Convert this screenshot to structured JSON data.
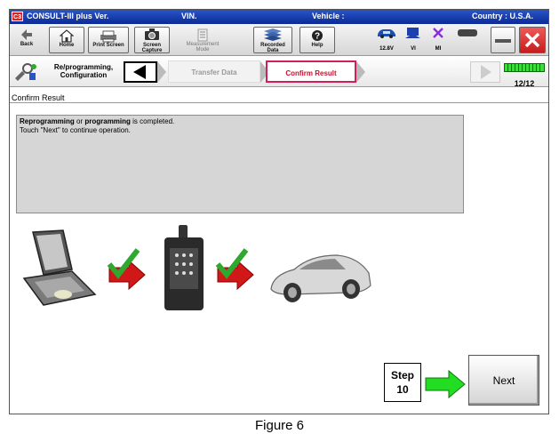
{
  "titlebar": {
    "app_name": "CONSULT-III plus  Ver.",
    "vin_label": "VIN.",
    "vehicle_label": "Vehicle :",
    "country": "Country : U.S.A."
  },
  "toolbar": {
    "back": "Back",
    "home": "Home",
    "print_screen": "Print Screen",
    "screen_capture": "Screen Capture",
    "measurement_mode": "Measurement Mode",
    "recorded_data": "Recorded Data",
    "help": "Help",
    "battery_voltage": "12.8V",
    "vi_label": "VI",
    "mi_label": "MI"
  },
  "nav": {
    "mode_label": "Re/programming, Configuration",
    "step_transfer": "Transfer Data",
    "step_confirm": "Confirm Result",
    "page_counter": "12/12"
  },
  "content": {
    "section_title": "Confirm Result",
    "message_bold1": "Reprogramming",
    "message_or": " or ",
    "message_bold2": "programming",
    "message_rest1": " is completed.",
    "message_line2": "Touch \"Next\" to continue operation.",
    "next_button": "Next",
    "step_label": "Step",
    "step_number": "10"
  },
  "caption": "Figure 6",
  "colors": {
    "titlebar": "#1a3fb0",
    "active_tab_border": "#d0205a",
    "active_tab_text": "#c8102e",
    "check_green": "#2fa82f",
    "arrow_red": "#d01818",
    "step_arrow": "#22dd22"
  }
}
